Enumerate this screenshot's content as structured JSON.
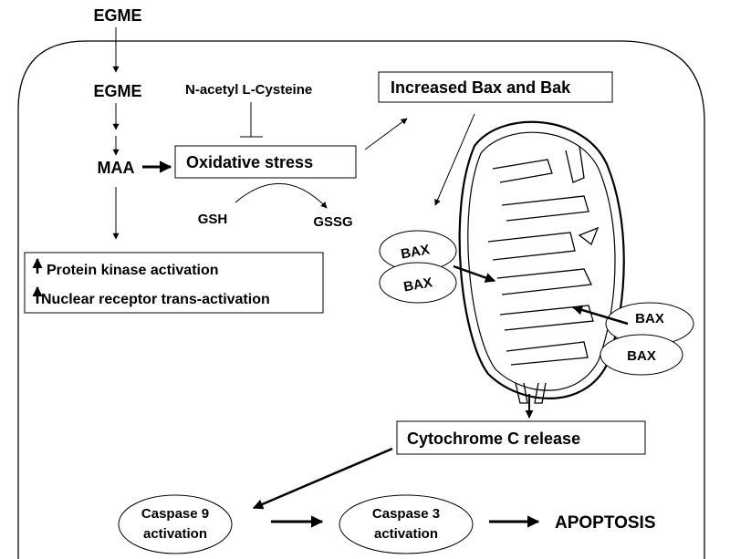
{
  "pathway": {
    "egme_outside": "EGME",
    "egme_inside": "EGME",
    "maa": "MAA",
    "nac": "N-acetyl L-Cysteine",
    "oxidative_stress": "Oxidative stress",
    "gsh": "GSH",
    "gssg": "GSSG",
    "bax_bak": "Increased Bax and Bak",
    "protein_kinase": "Protein kinase activation",
    "nuclear_receptor": "Nuclear receptor trans-activation",
    "bax_1": "BAX",
    "bax_2": "BAX",
    "bax_3": "BAX",
    "bax_4": "BAX",
    "cytochrome": "Cytochrome C release",
    "caspase9_line1": "Caspase 9",
    "caspase9_line2": "activation",
    "caspase3_line1": "Caspase 3",
    "caspase3_line2": "activation",
    "apoptosis": "APOPTOSIS"
  },
  "colors": {
    "ink": "#000000",
    "background": "#ffffff"
  }
}
